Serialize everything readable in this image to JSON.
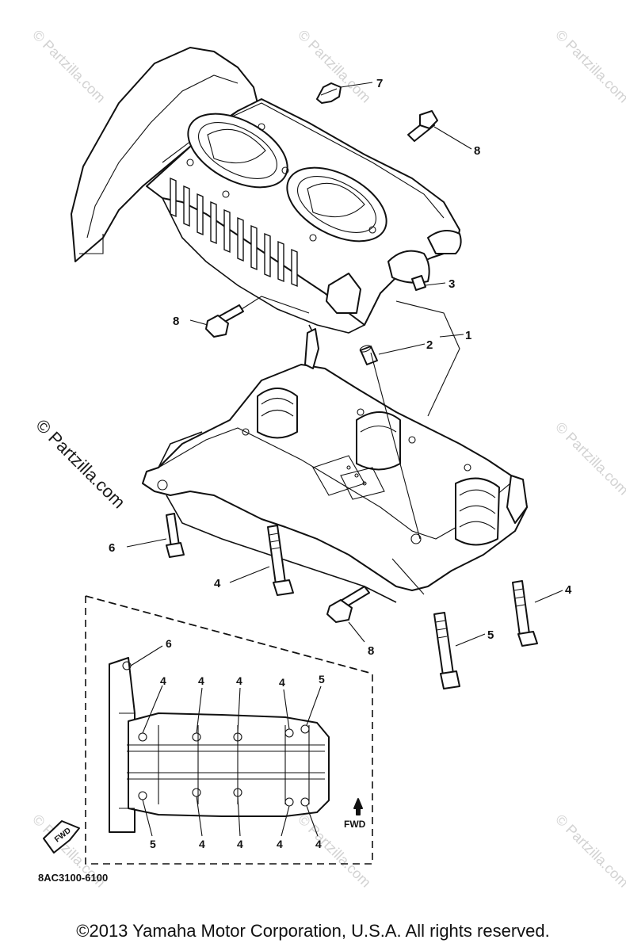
{
  "callouts": {
    "c7": "7",
    "c8_top": "8",
    "c3": "3",
    "c8_left": "8",
    "c2": "2",
    "c1": "1",
    "c6": "6",
    "c4_left": "4",
    "c4_right": "4",
    "c5": "5",
    "c8_bottom": "8"
  },
  "inset": {
    "top_labels": [
      "6",
      "4",
      "4",
      "4",
      "4",
      "5"
    ],
    "bottom_labels": [
      "5",
      "4",
      "4",
      "4",
      "4"
    ],
    "fwd_label": "FWD",
    "fwd_arrow_label": "FWD"
  },
  "drawing_code": "8AC3100-6100",
  "watermarks": {
    "main": "© Partzilla.com",
    "faint": "© Partzilla.com"
  },
  "copyright": "©2013  Yamaha Motor Corporation, U.S.A. All rights reserved."
}
